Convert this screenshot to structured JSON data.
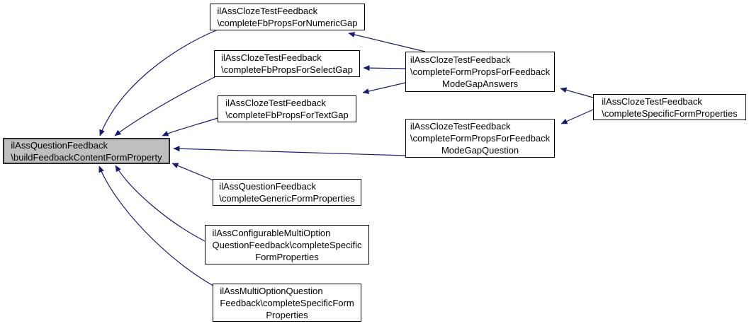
{
  "graph": {
    "colors": {
      "page_bg": "#ffffff",
      "edge_color": "#191970",
      "node_border": "#000000",
      "node_fill": "#ffffff",
      "highlight_fill": "#bfbfbf",
      "text_color": "#000000"
    },
    "nodes": [
      {
        "id": "buildFeedbackContentFormProperty",
        "highlighted": true,
        "lines": [
          "ilAssQuestionFeedback",
          "\\buildFeedbackContentFormProperty"
        ]
      },
      {
        "id": "completeFbPropsForNumericGap",
        "lines": [
          "ilAssClozeTestFeedback",
          "\\completeFbPropsForNumericGap"
        ]
      },
      {
        "id": "completeFbPropsForSelectGap",
        "lines": [
          "ilAssClozeTestFeedback",
          "\\completeFbPropsForSelectGap"
        ]
      },
      {
        "id": "completeFbPropsForTextGap",
        "lines": [
          "ilAssClozeTestFeedback",
          "\\completeFbPropsForTextGap"
        ]
      },
      {
        "id": "completeFormPropsForFeedbackModeGapAnswers",
        "lines": [
          "ilAssClozeTestFeedback",
          "\\completeFormPropsForFeedback",
          "ModeGapAnswers"
        ]
      },
      {
        "id": "completeFormPropsForFeedbackModeGapQuestion",
        "lines": [
          "ilAssClozeTestFeedback",
          "\\completeFormPropsForFeedback",
          "ModeGapQuestion"
        ]
      },
      {
        "id": "clozeCompleteSpecificFormProperties",
        "lines": [
          "ilAssClozeTestFeedback",
          "\\completeSpecificFormProperties"
        ]
      },
      {
        "id": "completeGenericFormProperties",
        "lines": [
          "ilAssQuestionFeedback",
          "\\completeGenericFormProperties"
        ]
      },
      {
        "id": "configurableMultiOptionCompleteSpecificFormProperties",
        "lines": [
          "ilAssConfigurableMultiOption",
          "QuestionFeedback\\completeSpecific",
          "FormProperties"
        ]
      },
      {
        "id": "multiOptionQuestionCompleteSpecificFormProperties",
        "lines": [
          "ilAssMultiOptionQuestion",
          "Feedback\\completeSpecificForm",
          "Properties"
        ]
      }
    ],
    "edges": [
      {
        "from": "completeFbPropsForNumericGap",
        "to": "buildFeedbackContentFormProperty"
      },
      {
        "from": "completeFbPropsForSelectGap",
        "to": "buildFeedbackContentFormProperty"
      },
      {
        "from": "completeFbPropsForTextGap",
        "to": "buildFeedbackContentFormProperty"
      },
      {
        "from": "completeFormPropsForFeedbackModeGapQuestion",
        "to": "buildFeedbackContentFormProperty"
      },
      {
        "from": "completeGenericFormProperties",
        "to": "buildFeedbackContentFormProperty"
      },
      {
        "from": "configurableMultiOptionCompleteSpecificFormProperties",
        "to": "buildFeedbackContentFormProperty"
      },
      {
        "from": "multiOptionQuestionCompleteSpecificFormProperties",
        "to": "buildFeedbackContentFormProperty"
      },
      {
        "from": "completeFormPropsForFeedbackModeGapAnswers",
        "to": "completeFbPropsForNumericGap"
      },
      {
        "from": "completeFormPropsForFeedbackModeGapAnswers",
        "to": "completeFbPropsForSelectGap"
      },
      {
        "from": "completeFormPropsForFeedbackModeGapAnswers",
        "to": "completeFbPropsForTextGap"
      },
      {
        "from": "clozeCompleteSpecificFormProperties",
        "to": "completeFormPropsForFeedbackModeGapAnswers"
      },
      {
        "from": "clozeCompleteSpecificFormProperties",
        "to": "completeFormPropsForFeedbackModeGapQuestion"
      }
    ]
  }
}
